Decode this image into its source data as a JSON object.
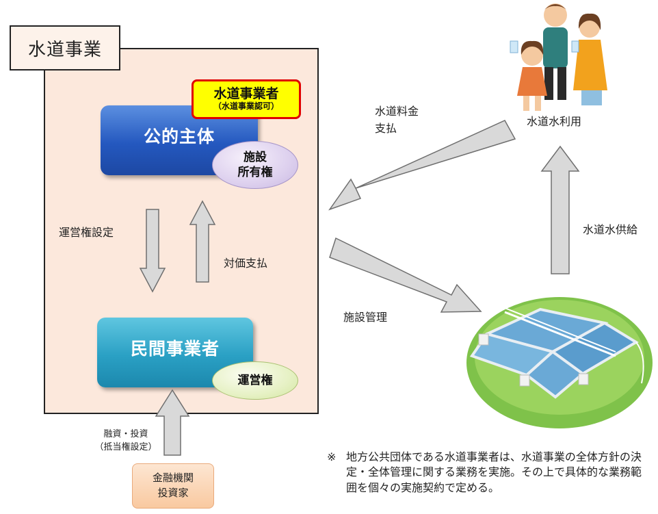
{
  "title": "水道事業",
  "public_entity": {
    "label": "公的主体",
    "ownership_line1": "施設",
    "ownership_line2": "所有権"
  },
  "operator_badge": {
    "title": "水道事業者",
    "subtitle": "（水道事業認可）"
  },
  "private_operator": {
    "label": "民間事業者",
    "rights": "運営権"
  },
  "flows": {
    "operation_right_setting": "運営権設定",
    "consideration_payment": "対価支払",
    "water_fee_line1": "水道料金",
    "water_fee_line2": "支払",
    "facility_management": "施設管理",
    "water_supply": "水道水供給",
    "water_usage": "水道水利用",
    "finance_line1": "融資・投資",
    "finance_line2": "（抵当権設定）"
  },
  "finance_box": {
    "line1": "金融機関",
    "line2": "投資家"
  },
  "note": {
    "mark": "※",
    "text": "地方公共団体である水道事業者は、水道事業の全体方針の決定・全体管理に関する業務を実施。その上で具体的な業務範囲を個々の実施契約で定める。"
  },
  "colors": {
    "main_box": "#fce8dc",
    "public_entity": "#2458bf",
    "private_operator": "#2aa0c4",
    "badge_fill": "#ffff00",
    "badge_border": "#e00000",
    "arrow_fill": "#d9d9d9",
    "arrow_stroke": "#6f6f6f"
  },
  "icons": [
    "family-illustration",
    "water-treatment-facility-illustration"
  ]
}
